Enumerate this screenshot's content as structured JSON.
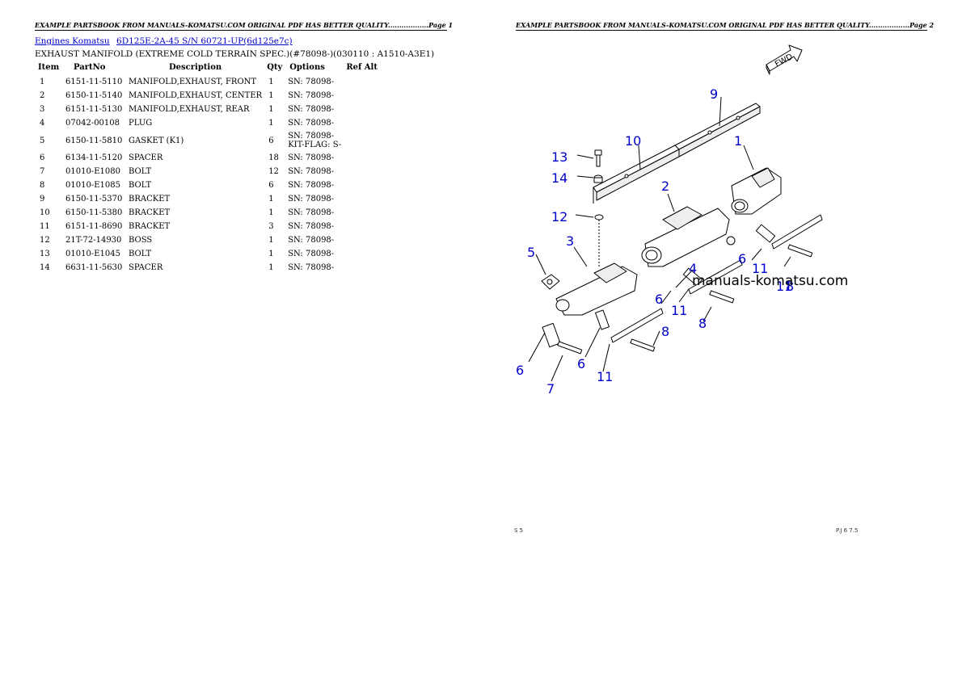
{
  "page1": {
    "header": "EXAMPLE PARTSBOOK FROM MANUALS-KOMATSU.COM ORIGINAL PDF HAS BETTER QUALITY..................Page 1",
    "breadcrumb": [
      "Engines Komatsu",
      "6D125E-2A-45 S/N 60721-UP(6d125e7c)"
    ],
    "subtitle": "EXHAUST MANIFOLD (EXTREME COLD TERRAIN SPEC.)(#78098-)(030110 : A1510-A3E1)",
    "columns": [
      "Item",
      "PartNo",
      "Description",
      "Qty",
      "Options",
      "Ref Alt"
    ],
    "rows": [
      {
        "item": "1",
        "part": "6151-11-5110",
        "desc": "MANIFOLD,EXHAUST, FRONT",
        "qty": "1",
        "opt": "SN: 78098-",
        "opt2": ""
      },
      {
        "item": "2",
        "part": "6150-11-5140",
        "desc": "MANIFOLD,EXHAUST, CENTER",
        "qty": "1",
        "opt": "SN: 78098-",
        "opt2": ""
      },
      {
        "item": "3",
        "part": "6151-11-5130",
        "desc": "MANIFOLD,EXHAUST, REAR",
        "qty": "1",
        "opt": "SN: 78098-",
        "opt2": ""
      },
      {
        "item": "4",
        "part": "07042-00108",
        "desc": "PLUG",
        "qty": "1",
        "opt": "SN: 78098-",
        "opt2": ""
      },
      {
        "item": "5",
        "part": "6150-11-5810",
        "desc": "GASKET (K1)",
        "qty": "6",
        "opt": "SN: 78098-",
        "opt2": "KIT-FLAG: S-"
      },
      {
        "item": "6",
        "part": "6134-11-5120",
        "desc": "SPACER",
        "qty": "18",
        "opt": "SN: 78098-",
        "opt2": ""
      },
      {
        "item": "7",
        "part": "01010-E1080",
        "desc": "BOLT",
        "qty": "12",
        "opt": "SN: 78098-",
        "opt2": ""
      },
      {
        "item": "8",
        "part": "01010-E1085",
        "desc": "BOLT",
        "qty": "6",
        "opt": "SN: 78098-",
        "opt2": ""
      },
      {
        "item": "9",
        "part": "6150-11-5370",
        "desc": "BRACKET",
        "qty": "1",
        "opt": "SN: 78098-",
        "opt2": ""
      },
      {
        "item": "10",
        "part": "6150-11-5380",
        "desc": "BRACKET",
        "qty": "1",
        "opt": "SN: 78098-",
        "opt2": ""
      },
      {
        "item": "11",
        "part": "6151-11-8690",
        "desc": "BRACKET",
        "qty": "3",
        "opt": "SN: 78098-",
        "opt2": ""
      },
      {
        "item": "12",
        "part": "21T-72-14930",
        "desc": "BOSS",
        "qty": "1",
        "opt": "SN: 78098-",
        "opt2": ""
      },
      {
        "item": "13",
        "part": "01010-E1045",
        "desc": "BOLT",
        "qty": "1",
        "opt": "SN: 78098-",
        "opt2": ""
      },
      {
        "item": "14",
        "part": "6631-11-5630",
        "desc": "SPACER",
        "qty": "1",
        "opt": "SN: 78098-",
        "opt2": ""
      }
    ]
  },
  "page2": {
    "header": "EXAMPLE PARTSBOOK FROM MANUALS-KOMATSU.COM ORIGINAL PDF HAS BETTER QUALITY..................Page 2",
    "watermark": "manuals-komatsu.com",
    "fwd_label": "FWD",
    "footer_left": "S 5",
    "footer_right": "P.J 6 7.5",
    "callouts": [
      "9",
      "10",
      "1",
      "13",
      "14",
      "2",
      "12",
      "5",
      "3",
      "4",
      "6",
      "11",
      "11",
      "6",
      "11",
      "8",
      "8",
      "6",
      "7",
      "6",
      "11",
      "8"
    ],
    "accent_color": "#0000cc"
  }
}
